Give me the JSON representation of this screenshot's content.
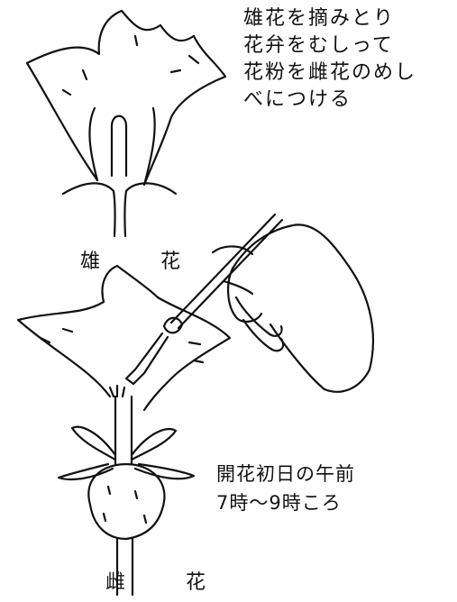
{
  "instructions": {
    "line1": "雄花を摘みとり",
    "line2": "花弁をむしって",
    "line3": "花粉を雌花のめし",
    "line4": "べにつける"
  },
  "male_flower_label": "雄 花",
  "timing": {
    "line1": "開花初日の午前",
    "line2": "7時〜9時ころ"
  },
  "female_flower_label": "雌 花"
}
